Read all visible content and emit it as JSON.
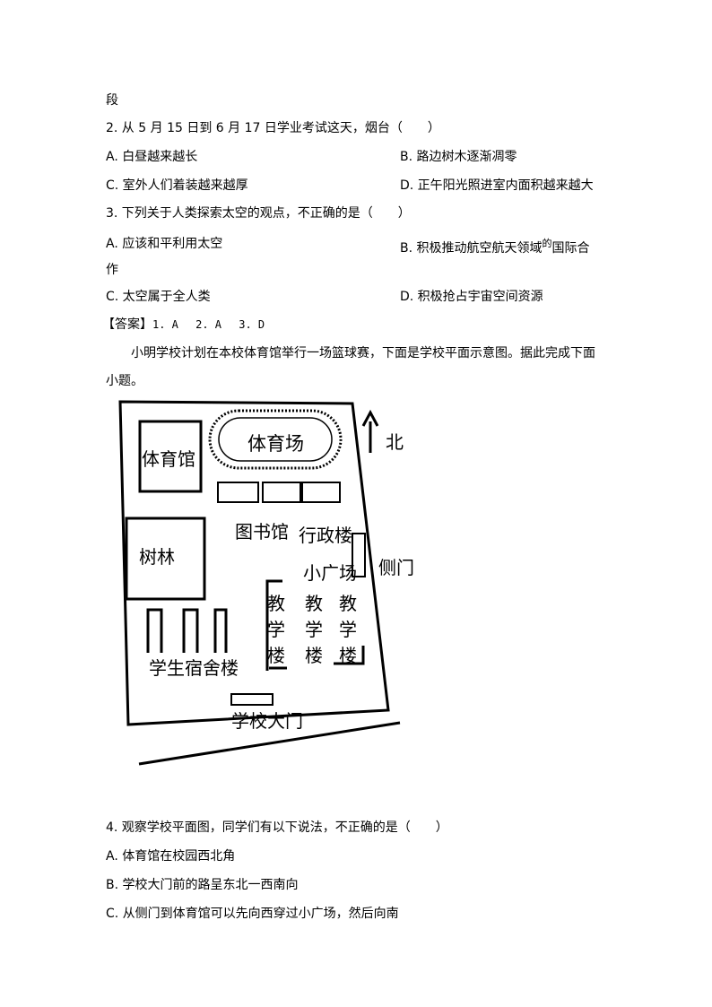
{
  "lines": {
    "frag": "段",
    "q2": "2. 从 5 月 15 日到 6 月 17 日学业考试这天，烟台（　　）",
    "q2a": "A. 白昼越来越长",
    "q2b": "B. 路边树木逐渐凋零",
    "q2c": "C. 室外人们着装越来越厚",
    "q2d": "D. 正午阳光照进室内面积越来越大",
    "q3": "3. 下列关于人类探索太空的观点，不正确的是（　　）",
    "q3a": "A. 应该和平利用太空",
    "q3b_pre": "B. 积极推动航空航天领域",
    "q3b_sup": "的",
    "q3b_post": "国际合",
    "q3b_cont": "作",
    "q3c": "C. 太空属于全人类",
    "q3d": "D. 积极抢占宇宙空间资源",
    "answer_label": "【答案】",
    "answer_text": "1. A　 2. A　 3. D",
    "intro1": "小明学校计划在本校体育馆举行一场篮球赛，下面是学校平面示意图。据此完成下面",
    "intro2": "小题。",
    "q4": "4. 观察学校平面图，同学们有以下说法，不正确的是（　　）",
    "q4a": "A. 体育馆在校园西北角",
    "q4b": "B. 学校大门前的路呈东北一西南向",
    "q4c": "C. 从侧门到体育馆可以先向西穿过小广场，然后向南"
  },
  "map": {
    "stadium": "体育场",
    "gym": "体育馆",
    "north": "北",
    "library": "图书馆",
    "admin": "行政楼",
    "woods": "树林",
    "square": "小广场",
    "side_gate": "侧门",
    "teaching": [
      "教",
      "学",
      "楼"
    ],
    "dorm": "学生宿舍楼",
    "main_gate": "学校大门"
  }
}
